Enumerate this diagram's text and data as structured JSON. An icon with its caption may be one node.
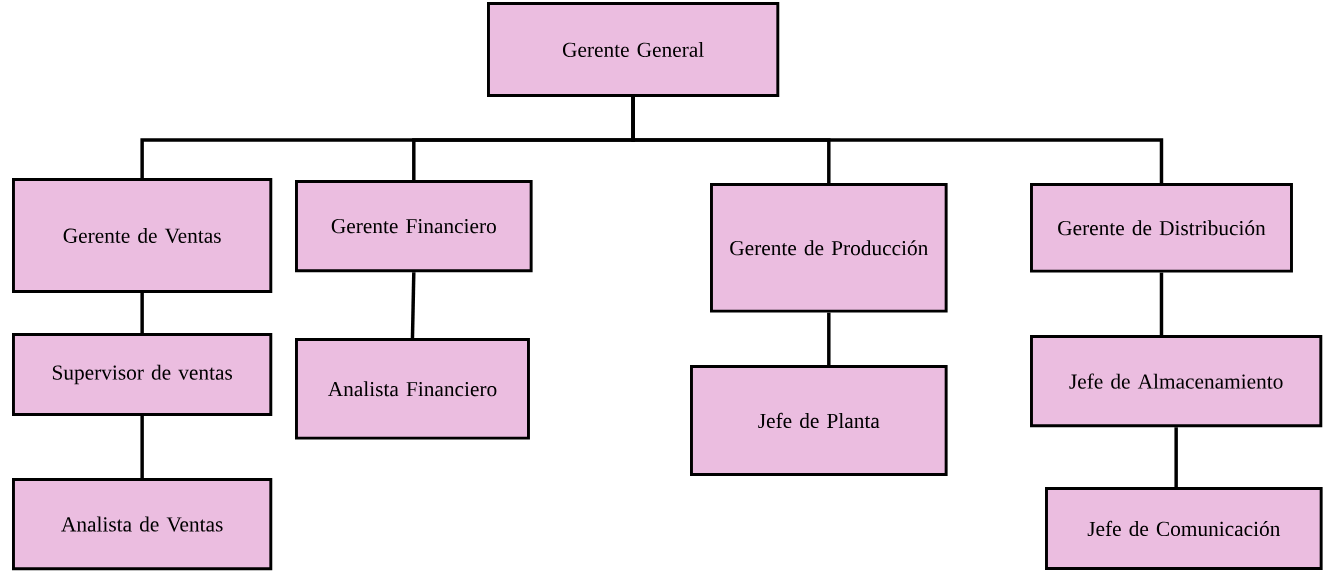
{
  "diagram": {
    "nodes": [
      {
        "text": [
          "Gerente General"
        ]
      },
      {
        "text": [
          "Gerente de Ventas"
        ]
      },
      {
        "text": [
          "Gerente Financiero"
        ]
      },
      {
        "text": [
          "Gerente de Producción"
        ]
      },
      {
        "text": [
          "Gerente de Distribución"
        ]
      },
      {
        "text": [
          "Supervisor de ventas"
        ]
      },
      {
        "text": [
          "Analista Financiero"
        ]
      },
      {
        "text": [
          "Jefe de Planta"
        ]
      },
      {
        "text": [
          "Jefe de Almacenamiento"
        ]
      },
      {
        "text": [
          "Analista de Ventas"
        ]
      },
      {
        "text": [
          "Jefe de Comunicación"
        ]
      }
    ],
    "edges": [
      {
        "from": 0,
        "to": 1,
        "arrow": "none"
      },
      {
        "from": 0,
        "to": 2,
        "arrow": "none"
      },
      {
        "from": 0,
        "to": 3,
        "arrow": "none"
      },
      {
        "from": 0,
        "to": 4,
        "arrow": "none"
      },
      {
        "from": 1,
        "to": 5,
        "arrow": "none"
      },
      {
        "from": 5,
        "to": 9,
        "arrow": "none"
      },
      {
        "from": 2,
        "to": 6,
        "arrow": "none"
      },
      {
        "from": 3,
        "to": 7,
        "arrow": "none"
      },
      {
        "from": 4,
        "to": 8,
        "arrow": "none"
      },
      {
        "from": 8,
        "to": 10,
        "arrow": "none"
      }
    ]
  }
}
